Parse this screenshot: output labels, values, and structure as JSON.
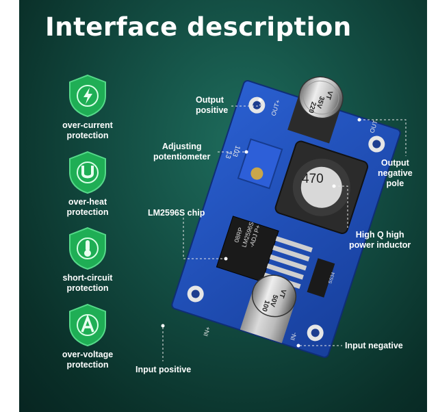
{
  "title": "Interface description",
  "features": [
    {
      "label_1": "over-current",
      "label_2": "protection",
      "icon": "lightning-icon"
    },
    {
      "label_1": "over-heat",
      "label_2": "protection",
      "icon": "u-letter-icon"
    },
    {
      "label_1": "short-circuit",
      "label_2": "protection",
      "icon": "thermometer-icon"
    },
    {
      "label_1": "over-voltage",
      "label_2": "protection",
      "icon": "a-letter-icon"
    }
  ],
  "callouts": {
    "output_positive_1": "Output",
    "output_positive_2": "positive",
    "adjusting_1": "Adjusting",
    "adjusting_2": "potentiometer",
    "chip": "LM2596S chip",
    "out_neg_1": "Output",
    "out_neg_2": "negative",
    "out_neg_3": "pole",
    "inductor_1": "High Q high",
    "inductor_2": "power inductor",
    "input_negative": "Input negative",
    "input_positive": "Input positive"
  },
  "board": {
    "cap_top_1": "220",
    "cap_top_2": "35V",
    "cap_top_3": "VT",
    "cap_bottom_1": "100",
    "cap_bottom_2": "50V",
    "cap_bottom_3": "VT",
    "inductor": "470",
    "chip_1": "08RP",
    "chip_2": "LM2596S",
    "chip_3": "-ADJ  P+",
    "pot_1": "103",
    "pot_2": "13",
    "diode": "SS34",
    "pad_out_pos": "OUT+",
    "pad_out_neg": "OUT-",
    "pad_in_pos": "IN+",
    "pad_in_neg": "IN-"
  },
  "colors": {
    "background": "#124a40",
    "pcb": "#1f4fb6",
    "shield": "#1fae55"
  }
}
